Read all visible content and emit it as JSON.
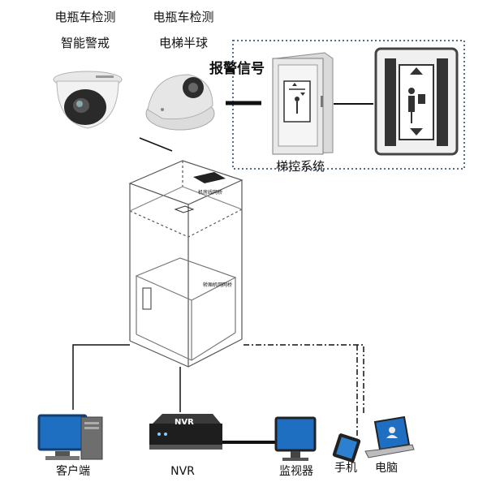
{
  "cameras": {
    "dome": {
      "line1": "电瓶车检测",
      "line2": "智能警戒"
    },
    "hemisphere": {
      "line1": "电瓶车检测",
      "line2": "电梯半球"
    }
  },
  "alarm_signal": "报警信号",
  "elevator_control": {
    "label": "梯控系统"
  },
  "elevator": {
    "top_sign": "机房线网桥",
    "car_sign": "轿厢机网网桥"
  },
  "devices": {
    "client": "客户端",
    "nvr": "NVR",
    "nvr_badge": "NVR",
    "monitor": "监视器",
    "phone": "手机",
    "computer": "电脑"
  }
}
